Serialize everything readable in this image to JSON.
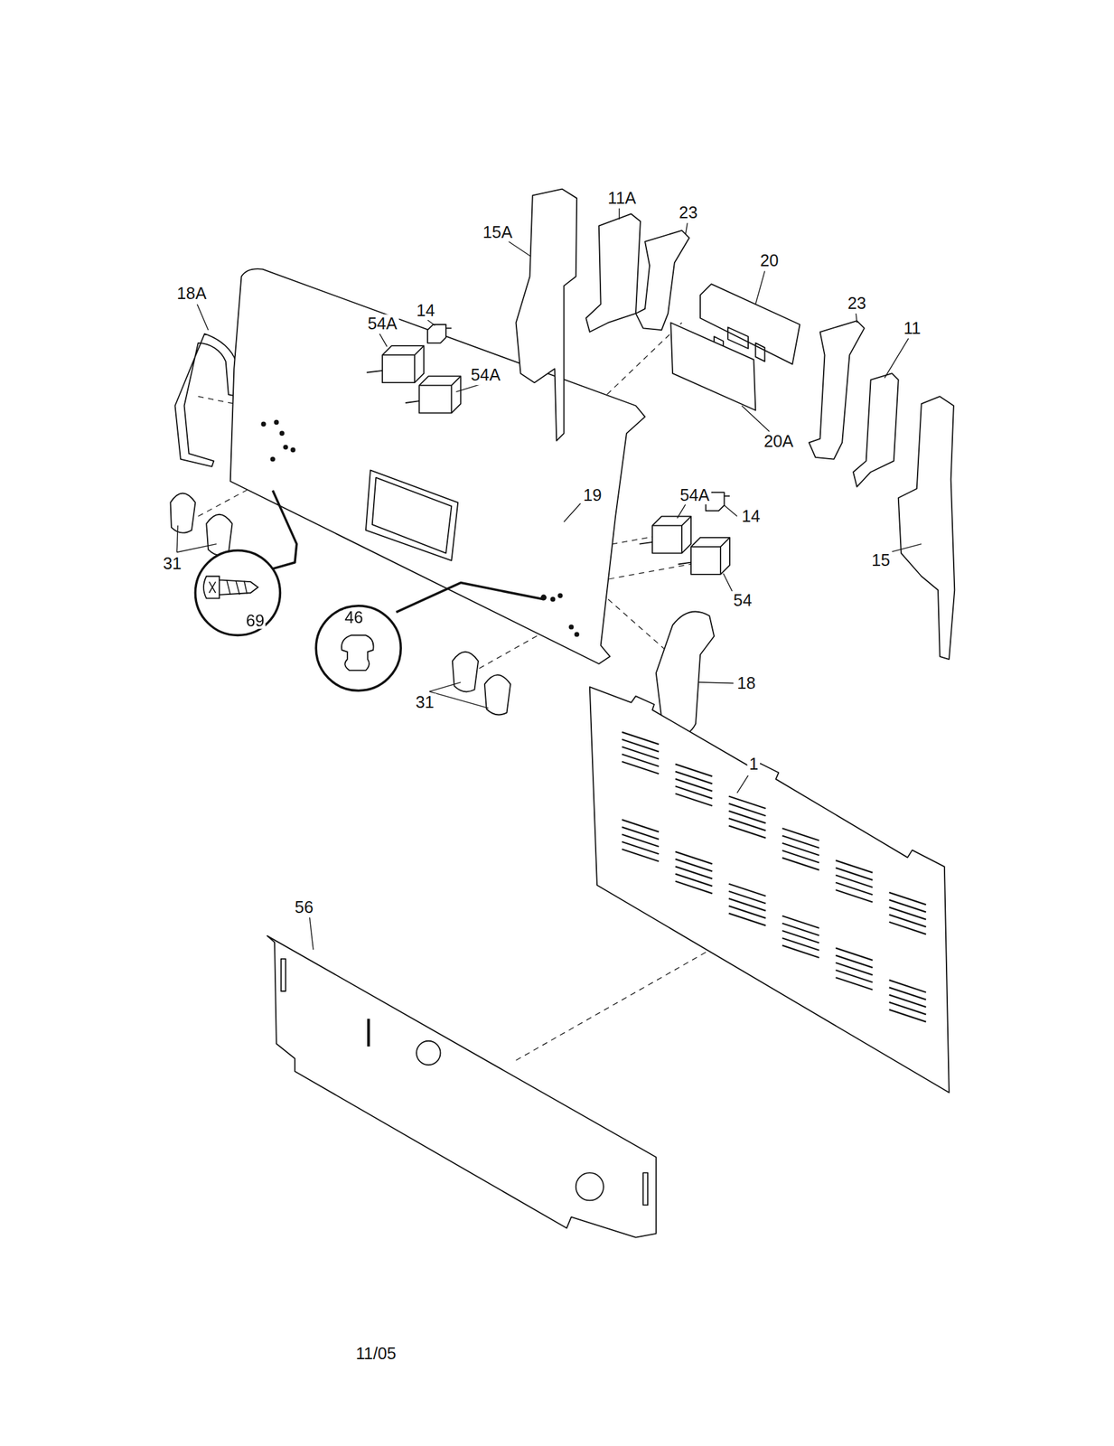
{
  "diagram": {
    "nodes": [
      {
        "text": [
          "69"
        ]
      },
      {
        "text": [
          "46"
        ]
      }
    ],
    "labels": [
      "11A",
      "23",
      "15A",
      "20",
      "23",
      "18A",
      "14",
      "54A",
      "11",
      "54A",
      "20A",
      "19",
      "54A",
      "14",
      "15",
      "31",
      "54",
      "18",
      "31",
      "1",
      "56",
      "11/05"
    ]
  }
}
